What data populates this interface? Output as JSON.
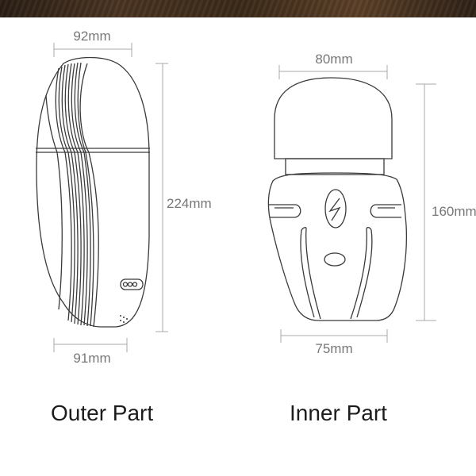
{
  "outer": {
    "top_width": "92mm",
    "height": "224mm",
    "bottom_width": "91mm",
    "caption": "Outer Part"
  },
  "inner": {
    "top_width": "80mm",
    "height": "160mm",
    "bottom_width": "75mm",
    "caption": "Inner Part"
  },
  "colors": {
    "banner": "#3a2918",
    "line": "#3a3a3a",
    "dimension": "#a8a8a8",
    "dimension_text": "#777777",
    "caption": "#1c1c1c"
  }
}
